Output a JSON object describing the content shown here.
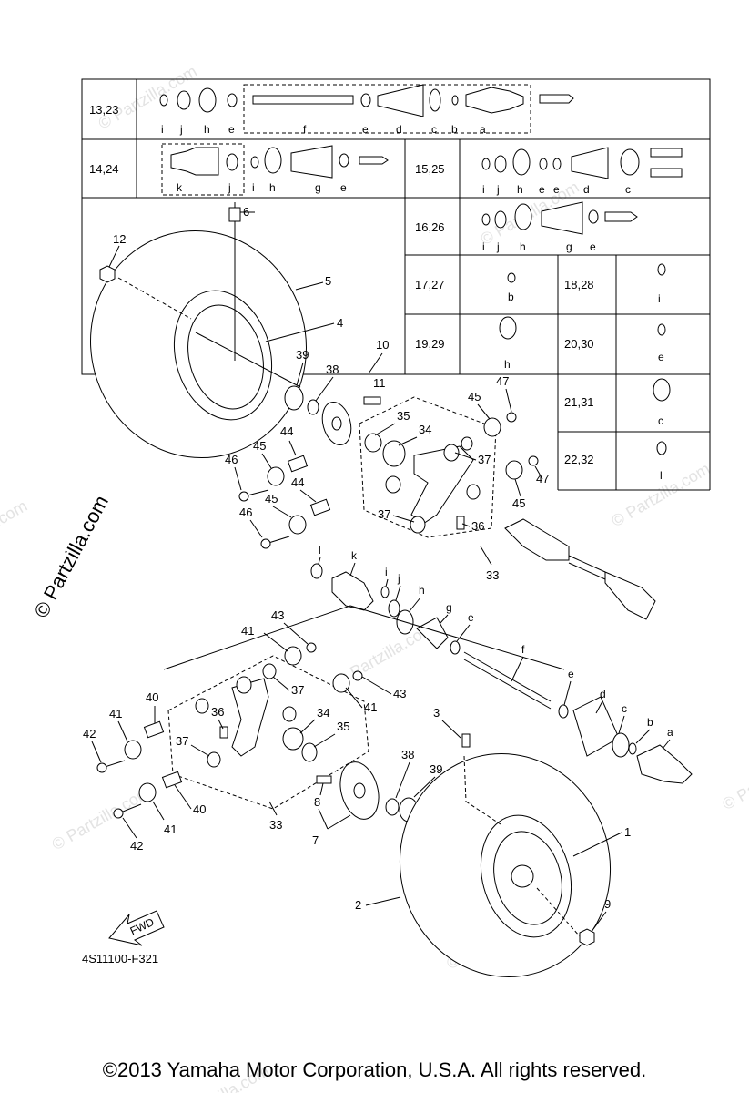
{
  "watermark": "© Partzilla.com",
  "diagram_code": "4S11100-F321",
  "fwd_label": "FWD",
  "copyright": "©2013  Yamaha Motor Corporation, U.S.A. All rights reserved.",
  "table": {
    "rows": [
      "13,23",
      "14,24",
      "15,25",
      "16,26",
      "17,27",
      "18,28",
      "19,29",
      "20,30",
      "21,31",
      "22,32"
    ],
    "row_13_letters": [
      "i",
      "j",
      "h",
      "e",
      "f",
      "e",
      "d",
      "c",
      "b",
      "a"
    ],
    "row_14_letters": [
      "k",
      "j",
      "i",
      "h",
      "g",
      "e"
    ],
    "row_15_letters": [
      "i",
      "j",
      "h",
      "e",
      "e",
      "d",
      "c"
    ],
    "row_16_letters": [
      "i",
      "j",
      "h",
      "g",
      "e"
    ],
    "single_letters": {
      "17,27": "b",
      "18,28": "i",
      "19,29": "h",
      "20,30": "e",
      "21,31": "c",
      "22,32": "l"
    }
  },
  "callouts": {
    "n1": "1",
    "n2": "2",
    "n3": "3",
    "n4": "4",
    "n5": "5",
    "n6": "6",
    "n7": "7",
    "n8": "8",
    "n9": "9",
    "n10": "10",
    "n11": "11",
    "n12": "12",
    "n33": "33",
    "n34": "34",
    "n35": "35",
    "n36": "36",
    "n37": "37",
    "n38": "38",
    "n39": "39",
    "n40": "40",
    "n41": "41",
    "n42": "42",
    "n43": "43",
    "n44": "44",
    "n45": "45",
    "n46": "46",
    "n47": "47"
  },
  "shaft_letters": {
    "a": "a",
    "b": "b",
    "c": "c",
    "d": "d",
    "e": "e",
    "f": "f",
    "g": "g",
    "h": "h",
    "i": "i",
    "j": "j",
    "k": "k",
    "l": "l"
  }
}
